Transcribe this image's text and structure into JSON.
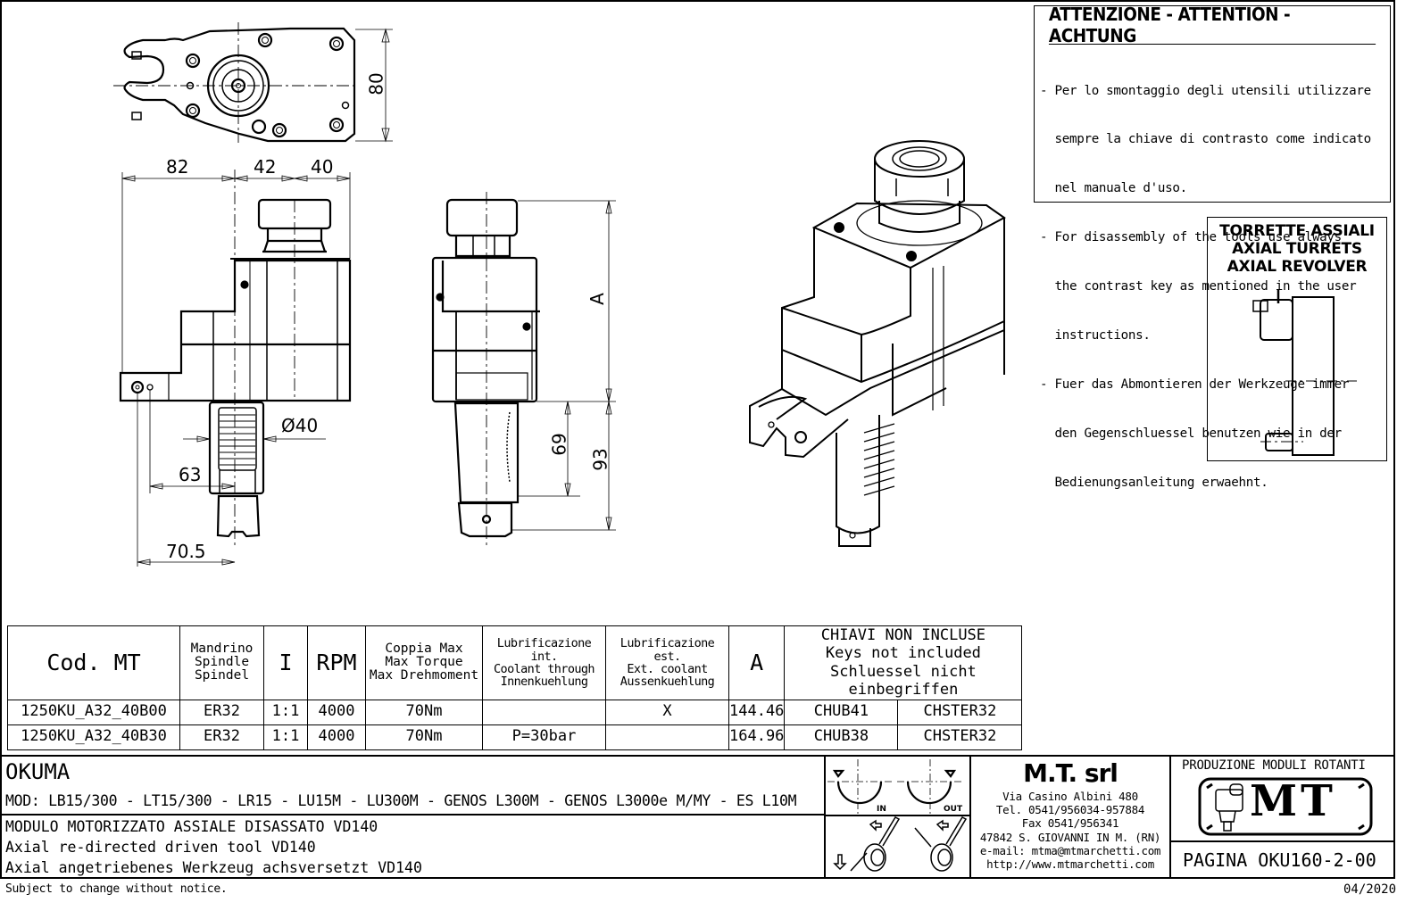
{
  "warning": {
    "title": "ATTENZIONE - ATTENTION - ACHTUNG",
    "lines": [
      "- Per lo smontaggio degli utensili utilizzare",
      "  sempre la chiave di contrasto come indicato",
      "  nel manuale d'uso.",
      "- For disassembly of the tools use always",
      "  the contrast key as mentioned in the user",
      "  instructions.",
      "- Fuer das Abmontieren der Werkzeuge immer",
      "  den Gegenschluessel benutzen wie in der",
      "  Bedienungsanleitung erwaehnt."
    ]
  },
  "turret_box": {
    "line1": "TORRETTE ASSIALI",
    "line2": "AXIAL TURRETS",
    "line3": "AXIAL REVOLVER"
  },
  "dimensions": {
    "height_top": "80",
    "width_left": "82",
    "width_mid": "42",
    "width_right": "40",
    "diameter": "Ø40",
    "offset_63": "63",
    "offset_70_5": "70.5",
    "height_A": "A",
    "shank_69": "69",
    "shank_93": "93"
  },
  "spec_table": {
    "headers": {
      "code": "Cod. MT",
      "spindle": [
        "Mandrino",
        "Spindle",
        "Spindel"
      ],
      "ratio": "I",
      "rpm": "RPM",
      "torque": [
        "Coppia Max",
        "Max Torque",
        "Max Drehmoment"
      ],
      "coolant_int": [
        "Lubrificazione int.",
        "Coolant through",
        "Innenkuehlung"
      ],
      "coolant_ext": [
        "Lubrificazione est.",
        "Ext. coolant",
        "Aussenkuehlung"
      ],
      "a": "A",
      "keys": [
        "CHIAVI NON INCLUSE",
        "Keys not included",
        "Schluessel nicht einbegriffen"
      ]
    },
    "rows": [
      {
        "code": "1250KU_A32_40B00",
        "spindle": "ER32",
        "ratio": "1:1",
        "rpm": "4000",
        "torque": "70Nm",
        "coolant_int": "",
        "coolant_ext": "X",
        "a": "144.46",
        "key1": "CHUB41",
        "key2": "CHSTER32"
      },
      {
        "code": "1250KU_A32_40B30",
        "spindle": "ER32",
        "ratio": "1:1",
        "rpm": "4000",
        "torque": "70Nm",
        "coolant_int": "P=30bar",
        "coolant_ext": "",
        "a": "164.96",
        "key1": "CHUB38",
        "key2": "CHSTER32"
      }
    ]
  },
  "title_block": {
    "brand": "OKUMA",
    "models": "MOD: LB15/300 - LT15/300 - LR15 - LU15M - LU300M - GENOS L300M - GENOS L3000e M/MY - ES L10M",
    "desc_it": "MODULO MOTORIZZATO ASSIALE DISASSATO VD140",
    "desc_en": "Axial re-directed driven tool VD140",
    "desc_de": "Axial angetriebenes Werkzeug achsversetzt VD140",
    "rotation_in": "IN",
    "rotation_out": "OUT",
    "company": {
      "name": "M.T. srl",
      "address": "Via Casino Albini 480",
      "tel": "Tel. 0541/956034-957884",
      "fax": "Fax 0541/956341",
      "city": "47842 S. GIOVANNI IN M. (RN)",
      "email": "e-mail: mtma@mtmarchetti.com",
      "web": "http://www.mtmarchetti.com"
    },
    "production": "PRODUZIONE MODULI ROTANTI",
    "logo_text": "MT",
    "page": "PAGINA OKU160-2-00"
  },
  "footer": {
    "notice": "Subject to change without notice.",
    "date": "04/2020"
  }
}
